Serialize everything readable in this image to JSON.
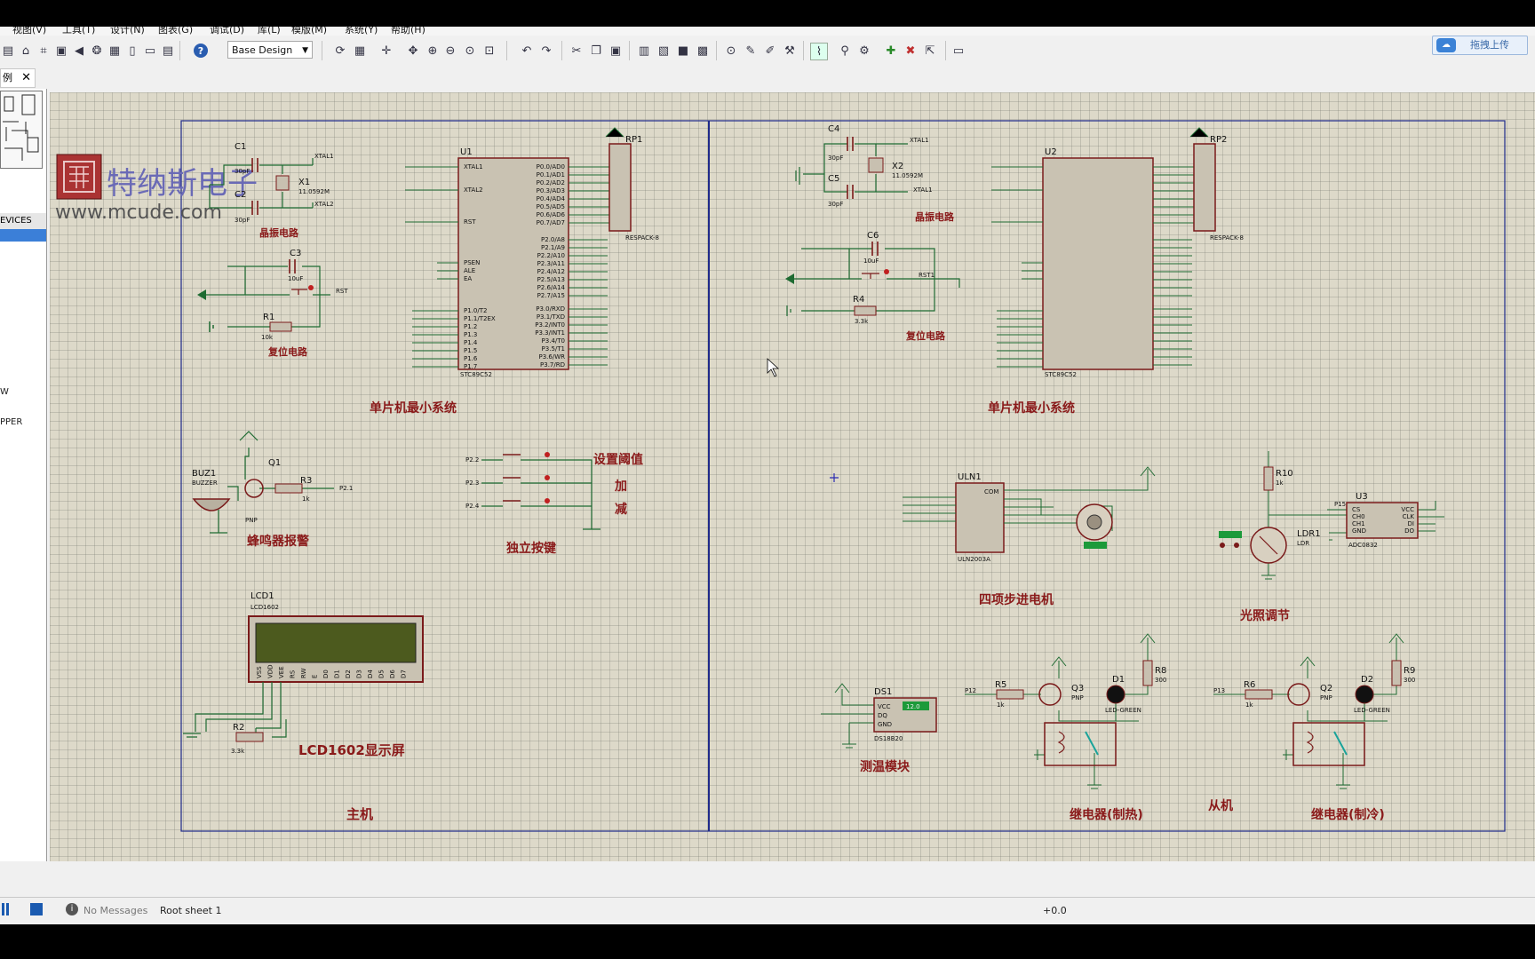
{
  "menu": [
    "视图(V)",
    "工具(T)",
    "设计(N)",
    "图表(G)",
    "调试(D)",
    "库(L)",
    "模版(M)",
    "系统(Y)",
    "帮助(H)"
  ],
  "toolbar": {
    "design_select": "Base Design",
    "upload_label": "拖拽上传"
  },
  "tab": {
    "label": "例"
  },
  "left_panel": {
    "devices_header": "EVICES",
    "item_w": "W",
    "item_pper": "PPER"
  },
  "watermark": {
    "brand": "特纳斯电子",
    "url": "www.mcude.com"
  },
  "master": {
    "title": "主机",
    "crystal": {
      "c1": "C1",
      "c2": "C2",
      "cap": "30pF",
      "x1": "X1",
      "freq": "11.0592M",
      "xtal1": "XTAL1",
      "xtal2": "XTAL2",
      "caption": "晶振电路"
    },
    "reset": {
      "c3": "C3",
      "c3v": "10uF",
      "r1": "R1",
      "r1v": "10k",
      "rst": "RST",
      "caption": "复位电路"
    },
    "mcu": {
      "ref": "U1",
      "part": "STC89C52",
      "rp": "RP1",
      "rp_part": "RESPACK-8",
      "caption": "单片机最小系统",
      "xtal1": "XTAL1",
      "xtal2": "XTAL2",
      "rst": "RST",
      "psen": "PSEN",
      "ale": "ALE",
      "ea": "EA",
      "p0": [
        "P0.0/AD0",
        "P0.1/AD1",
        "P0.2/AD2",
        "P0.3/AD3",
        "P0.4/AD4",
        "P0.5/AD5",
        "P0.6/AD6",
        "P0.7/AD7"
      ],
      "p2": [
        "P2.0/A8",
        "P2.1/A9",
        "P2.2/A10",
        "P2.3/A11",
        "P2.4/A12",
        "P2.5/A13",
        "P2.6/A14",
        "P2.7/A15"
      ],
      "p1": [
        "P1.0/T2",
        "P1.1/T2EX",
        "P1.2",
        "P1.3",
        "P1.4",
        "P1.5",
        "P1.6",
        "P1.7"
      ],
      "p3": [
        "P3.0/RXD",
        "P3.1/TXD",
        "P3.2/INT0",
        "P3.3/INT1",
        "P3.4/T0",
        "P3.5/T1",
        "P3.6/WR",
        "P3.7/RD"
      ]
    },
    "buzzer": {
      "buz": "BUZ1",
      "buz_part": "BUZZER",
      "q1": "Q1",
      "pnp": "PNP",
      "r3": "R3",
      "r3v": "1k",
      "net": "P2.1",
      "caption": "蜂鸣器报警"
    },
    "keys": {
      "k1": "P2.2",
      "k2": "P2.3",
      "k3": "P2.4",
      "l1": "设置阈值",
      "l2": "加",
      "l3": "减",
      "caption": "独立按键"
    },
    "lcd": {
      "ref": "LCD1",
      "part": "LCD1602",
      "r2": "R2",
      "r2v": "3.3k",
      "caption": "LCD1602显示屏",
      "pins": [
        "VSS",
        "VDD",
        "VEE",
        "RS",
        "RW",
        "E",
        "D0",
        "D1",
        "D2",
        "D3",
        "D4",
        "D5",
        "D6",
        "D7"
      ]
    }
  },
  "slave": {
    "title": "从机",
    "crystal": {
      "c4": "C4",
      "c5": "C5",
      "cap": "30pF",
      "x2": "X2",
      "freq": "11.0592M",
      "xtal1": "XTAL1",
      "caption": "晶振电路"
    },
    "reset": {
      "c6": "C6",
      "c6v": "10uF",
      "r4": "R4",
      "r4v": "3.3k",
      "rst": "RST1",
      "caption": "复位电路"
    },
    "mcu": {
      "ref": "U2",
      "part": "STC89C52",
      "rp": "RP2",
      "rp_part": "RESPACK-8",
      "caption": "单片机最小系统"
    },
    "motor": {
      "ref": "ULN1",
      "part": "ULN2003A",
      "com": "COM",
      "caption": "四项步进电机"
    },
    "light": {
      "r10": "R10",
      "r10v": "1k",
      "ldr": "LDR1",
      "ldr_part": "LDR",
      "u3": "U3",
      "u3_part": "ADC0832",
      "net": "P15",
      "caption": "光照调节",
      "pins": [
        "CS",
        "CH0",
        "CH1",
        "GND",
        "VCC",
        "CLK",
        "DI",
        "DO"
      ]
    },
    "temp": {
      "ref": "DS1",
      "part": "DS18B20",
      "reading": "12.0",
      "pins": [
        "VCC",
        "DQ",
        "GND"
      ],
      "caption": "测温模块"
    },
    "heat": {
      "r5": "R5",
      "r5v": "1k",
      "q3": "Q3",
      "pnp": "PNP",
      "d1": "D1",
      "led": "LED-GREEN",
      "r8": "R8",
      "r8v": "300",
      "net": "P12",
      "caption": "继电器(制热)"
    },
    "cool": {
      "r6": "R6",
      "r6v": "1k",
      "q2": "Q2",
      "pnp": "PNP",
      "d2": "D2",
      "led": "LED-GREEN",
      "r9": "R9",
      "r9v": "300",
      "net": "P13",
      "caption": "继电器(制冷)"
    }
  },
  "status": {
    "messages": "No Messages",
    "sheet": "Root sheet 1",
    "coord": "+0.0"
  }
}
